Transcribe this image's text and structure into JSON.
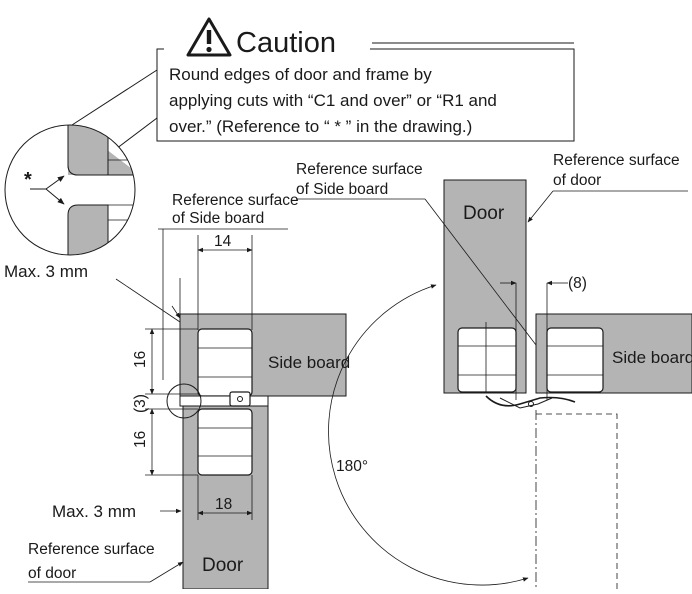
{
  "caution": {
    "title": "Caution",
    "line1": "Round edges of door and frame by",
    "line2": "applying cuts with “C1 and over” or “R1 and",
    "line3": "over.” (Reference to “ * ” in the drawing.)"
  },
  "left": {
    "asterisk": "*",
    "ref_side_line1": "Reference surface",
    "ref_side_line2": "of Side board",
    "max_top": "Max. 3 mm",
    "dim_14": "14",
    "dim_16_top": "16",
    "dim_3": "(3)",
    "dim_16_bottom": "16",
    "side_board": "Side board",
    "max_bottom": "Max. 3 mm",
    "dim_18": "18",
    "ref_door_line1": "Reference surface",
    "ref_door_line2": "of door",
    "door": "Door"
  },
  "right": {
    "ref_side_line1": "Reference surface",
    "ref_side_line2": "of Side board",
    "ref_door_line1": "Reference surface",
    "ref_door_line2": "of door",
    "door": "Door",
    "dim_8": "(8)",
    "side_board": "Side board",
    "angle": "180°"
  }
}
